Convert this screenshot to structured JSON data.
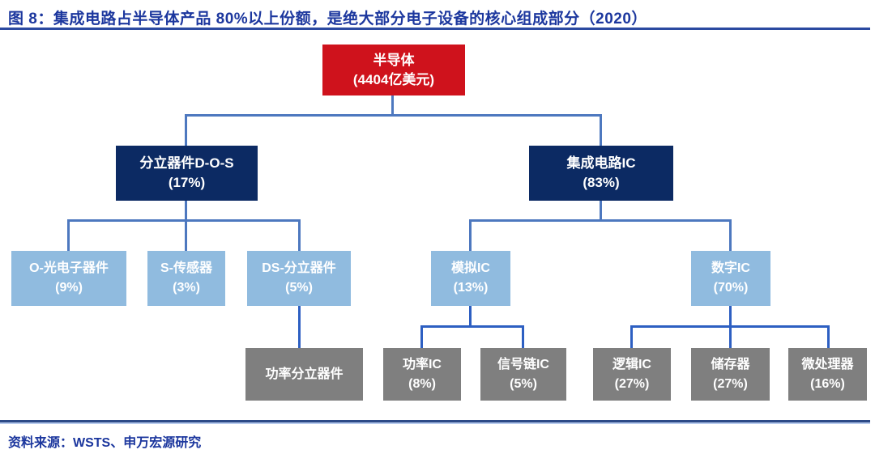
{
  "figure": {
    "title": "图 8：集成电路占半导体产品 80%以上份额，是绝大部分电子设备的核心组成部分（2020）",
    "source": "资料来源：WSTS、申万宏源研究",
    "year": "2020"
  },
  "colors": {
    "title_blue": "#1c379e",
    "root_red": "#cf121c",
    "level2_navy": "#0c2a63",
    "level3_light_blue": "#90bbdf",
    "level4_gray": "#7f7f7f",
    "connector_upper": "#4d78bf",
    "connector_lower": "#2d5fc2",
    "box_text": "#ffffff"
  },
  "nodes": {
    "root": {
      "label": "半导体",
      "value": "(4404亿美元)"
    },
    "dos": {
      "label": "分立器件D-O-S",
      "value": "(17%)"
    },
    "ic": {
      "label": "集成电路IC",
      "value": "(83%)"
    },
    "opto": {
      "label": "O-光电子器件",
      "value": "(9%)"
    },
    "sensor": {
      "label": "S-传感器",
      "value": "(3%)"
    },
    "ds": {
      "label": "DS-分立器件",
      "value": "(5%)"
    },
    "analog": {
      "label": "模拟IC",
      "value": "(13%)"
    },
    "digital": {
      "label": "数字IC",
      "value": "(70%)"
    },
    "power_discrete": {
      "label": "功率分立器件",
      "value": ""
    },
    "power_ic": {
      "label": "功率IC",
      "value": "(8%)"
    },
    "signal_chain": {
      "label": "信号链IC",
      "value": "(5%)"
    },
    "logic": {
      "label": "逻辑IC",
      "value": "(27%)"
    },
    "memory": {
      "label": "储存器",
      "value": "(27%)"
    },
    "mpu": {
      "label": "微处理器",
      "value": "(16%)"
    }
  }
}
